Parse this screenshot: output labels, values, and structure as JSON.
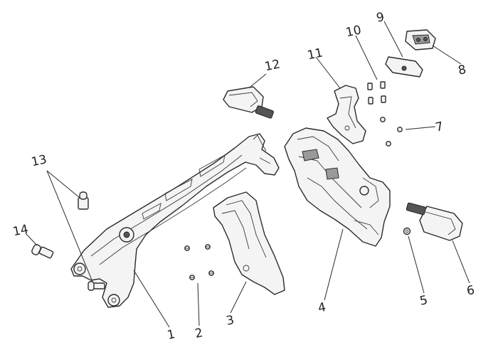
{
  "diagram": {
    "callouts": [
      {
        "id": "c1",
        "label": "1"
      },
      {
        "id": "c2",
        "label": "2"
      },
      {
        "id": "c3",
        "label": "3"
      },
      {
        "id": "c4",
        "label": "4"
      },
      {
        "id": "c5",
        "label": "5"
      },
      {
        "id": "c6",
        "label": "6"
      },
      {
        "id": "c7",
        "label": "7"
      },
      {
        "id": "c8",
        "label": "8"
      },
      {
        "id": "c9",
        "label": "9"
      },
      {
        "id": "c10",
        "label": "10"
      },
      {
        "id": "c11",
        "label": "11"
      },
      {
        "id": "c12",
        "label": "12"
      },
      {
        "id": "c13",
        "label": "13"
      },
      {
        "id": "c14",
        "label": "14"
      }
    ]
  },
  "colors": {
    "line": "#2b2b2b",
    "background": "#ffffff",
    "fill": "#f4f4f4"
  }
}
